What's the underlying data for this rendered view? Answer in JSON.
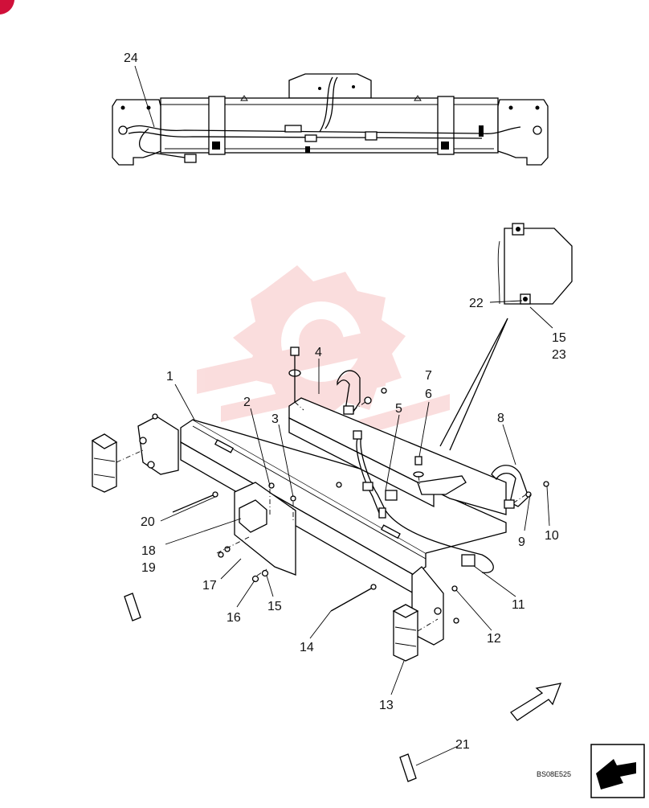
{
  "diagram": {
    "drawing_code": "BS08E525",
    "callouts": [
      {
        "id": "c24",
        "text": "24"
      },
      {
        "id": "c22",
        "text": "22"
      },
      {
        "id": "c15a",
        "text": "15"
      },
      {
        "id": "c23",
        "text": "23"
      },
      {
        "id": "c1",
        "text": "1"
      },
      {
        "id": "c2",
        "text": "2"
      },
      {
        "id": "c3",
        "text": "3"
      },
      {
        "id": "c4",
        "text": "4"
      },
      {
        "id": "c5",
        "text": "5"
      },
      {
        "id": "c6",
        "text": "6"
      },
      {
        "id": "c7",
        "text": "7"
      },
      {
        "id": "c8",
        "text": "8"
      },
      {
        "id": "c9",
        "text": "9"
      },
      {
        "id": "c10",
        "text": "10"
      },
      {
        "id": "c11",
        "text": "11"
      },
      {
        "id": "c12",
        "text": "12"
      },
      {
        "id": "c13",
        "text": "13"
      },
      {
        "id": "c14",
        "text": "14"
      },
      {
        "id": "c15b",
        "text": "15"
      },
      {
        "id": "c16",
        "text": "16"
      },
      {
        "id": "c17",
        "text": "17"
      },
      {
        "id": "c18",
        "text": "18"
      },
      {
        "id": "c19",
        "text": "19"
      },
      {
        "id": "c20",
        "text": "20"
      },
      {
        "id": "c21",
        "text": "21"
      }
    ],
    "colors": {
      "line": "#000000",
      "watermark": "#f5b5b5",
      "corner_badge": "#d0103a"
    },
    "icons": [
      "front-direction-arrow-icon",
      "navigation-arrow-box-icon",
      "watermark-gear-logo-icon"
    ]
  }
}
